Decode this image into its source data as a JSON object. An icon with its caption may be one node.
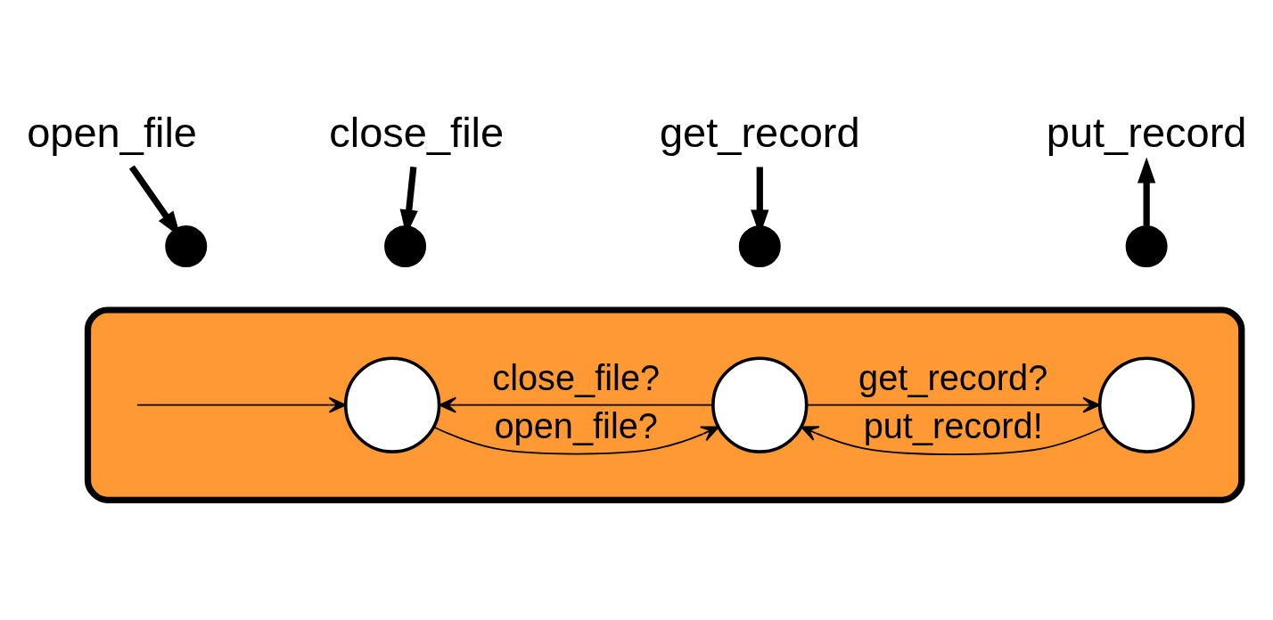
{
  "diagram": {
    "nodes": [
      {
        "text": [
          "open_file"
        ]
      },
      {
        "text": [
          "close_file"
        ]
      },
      {
        "text": [
          "get_record"
        ]
      },
      {
        "text": [
          "put_record"
        ]
      },
      {
        "text": [],
        "shape": "circle"
      },
      {
        "text": [],
        "shape": "circle"
      },
      {
        "text": [],
        "shape": "circle"
      },
      {
        "text": [],
        "shape": "circle"
      },
      {
        "text": [],
        "shape": "box"
      },
      {
        "text": [],
        "shape": "circle",
        "in": 8
      },
      {
        "text": [],
        "shape": "circle",
        "in": 8
      },
      {
        "text": [],
        "shape": "circle",
        "in": 8
      }
    ],
    "edges": [
      {
        "from": 0,
        "to": 4,
        "arrow": "to",
        "style": "thick"
      },
      {
        "from": 1,
        "to": 5,
        "arrow": "to",
        "style": "thick"
      },
      {
        "from": 2,
        "to": 6,
        "arrow": "to",
        "style": "thick"
      },
      {
        "from": 7,
        "to": 3,
        "arrow": "to",
        "style": "thick"
      },
      {
        "from": null,
        "to": 9,
        "arrow": "to"
      },
      {
        "from": 9,
        "to": 10,
        "arrow": "to",
        "label": "open_file?"
      },
      {
        "from": 10,
        "to": 9,
        "arrow": "to",
        "label": "close_file?"
      },
      {
        "from": 10,
        "to": 11,
        "arrow": "to",
        "label": "get_record?"
      },
      {
        "from": 11,
        "to": 10,
        "arrow": "to",
        "label": "put_record!"
      }
    ]
  }
}
